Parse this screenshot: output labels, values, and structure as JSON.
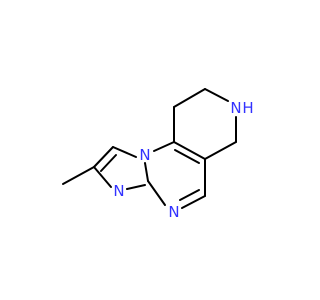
{
  "atom_labels": {
    "n_bridgehead": "N",
    "n_imidazole": "N",
    "n_pyrimidine": "N",
    "nh_piperidine": "N",
    "h_piperidine": "H"
  },
  "colors": {
    "bond": "#000000",
    "nitrogen": "#3232ff",
    "background": "#ffffff"
  }
}
